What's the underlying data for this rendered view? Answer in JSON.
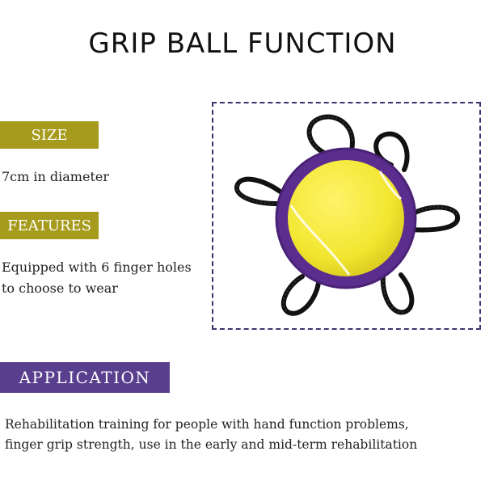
{
  "header": {
    "title": "GRIP BALL FUNCTION"
  },
  "size_section": {
    "label": "SIZE",
    "text": "7cm in diameter"
  },
  "features_section": {
    "label": "FEATURES",
    "lines": [
      "Equipped with 6 finger holes",
      "to choose to wear"
    ]
  },
  "application_section": {
    "label": "APPLICATION",
    "lines": [
      "Rehabilitation training for people with hand function problems,",
      "finger grip strength, use in the early and mid-term rehabilitation"
    ]
  },
  "colors": {
    "olive_label": "#a79b1d",
    "purple_label": "#5a3f8f",
    "ball_yellow": "#f2e630",
    "ring_purple": "#5b2d8e",
    "loop_black": "#111111",
    "frame_border": "#3d3570"
  }
}
